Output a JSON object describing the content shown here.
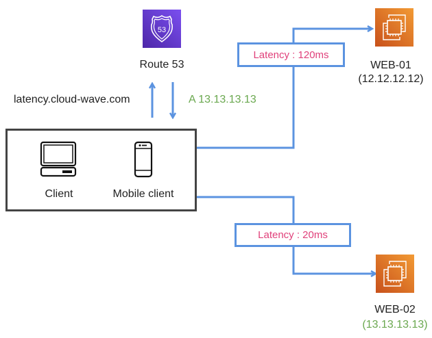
{
  "diagram": {
    "route53": {
      "label": "Route 53",
      "icon": "route53-shield-icon",
      "shield_text": "53",
      "color": "#6b3fe0"
    },
    "dns_query": {
      "request_label": "latency.cloud-wave.com",
      "response_label": "A 13.13.13.13"
    },
    "clients": [
      {
        "label": "Client",
        "icon": "desktop-icon"
      },
      {
        "label": "Mobile client",
        "icon": "mobile-phone-icon"
      }
    ],
    "servers": [
      {
        "name": "WEB-01",
        "ip": "(12.12.12.12)",
        "icon": "ec2-instance-icon",
        "latency": "Latency : 120ms",
        "selected": false
      },
      {
        "name": "WEB-02",
        "ip": "(13.13.13.13)",
        "icon": "ec2-instance-icon",
        "latency": "Latency : 20ms",
        "selected": true
      }
    ],
    "colors": {
      "connector": "#5b93e0",
      "latency_text": "#e0407a",
      "answer_text": "#6aa84f",
      "ec2": "#d9661f",
      "box_border": "#444444"
    }
  }
}
